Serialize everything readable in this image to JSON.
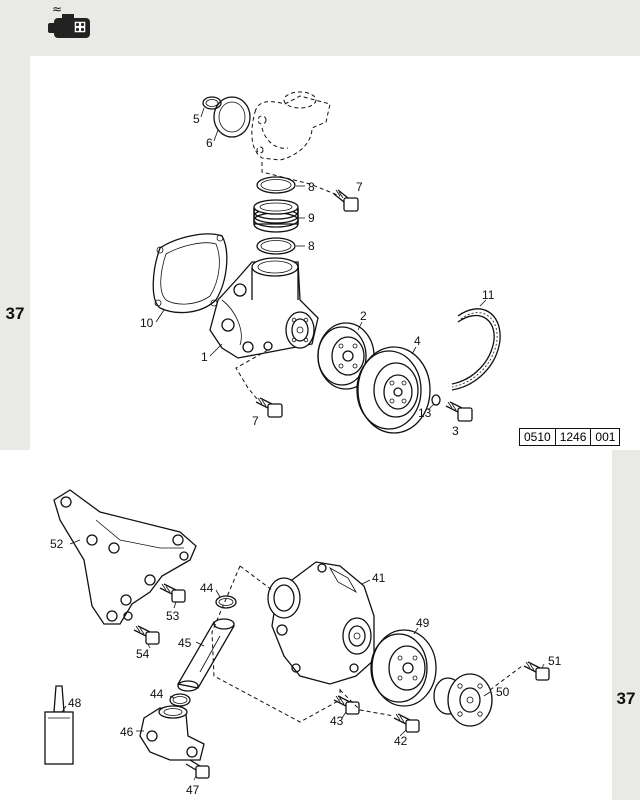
{
  "header": {
    "icon": "cooling-engine-icon",
    "icon_symbol": "≈"
  },
  "tabs": {
    "section_left": "37",
    "section_right": "37"
  },
  "reference": {
    "a": "0510",
    "b": "1246",
    "c": "001"
  },
  "labels": {
    "n1": "1",
    "n2": "2",
    "n3": "3",
    "n4": "4",
    "n5": "5",
    "n6": "6",
    "n7a": "7",
    "n7b": "7",
    "n8a": "8",
    "n8b": "8",
    "n9": "9",
    "n10": "10",
    "n11": "11",
    "n13": "13",
    "n41": "41",
    "n42": "42",
    "n43": "43",
    "n44a": "44",
    "n44b": "44",
    "n45": "45",
    "n46": "46",
    "n47": "47",
    "n48": "48",
    "n49": "49",
    "n50": "50",
    "n51": "51",
    "n52": "52",
    "n53": "53",
    "n54": "54"
  }
}
